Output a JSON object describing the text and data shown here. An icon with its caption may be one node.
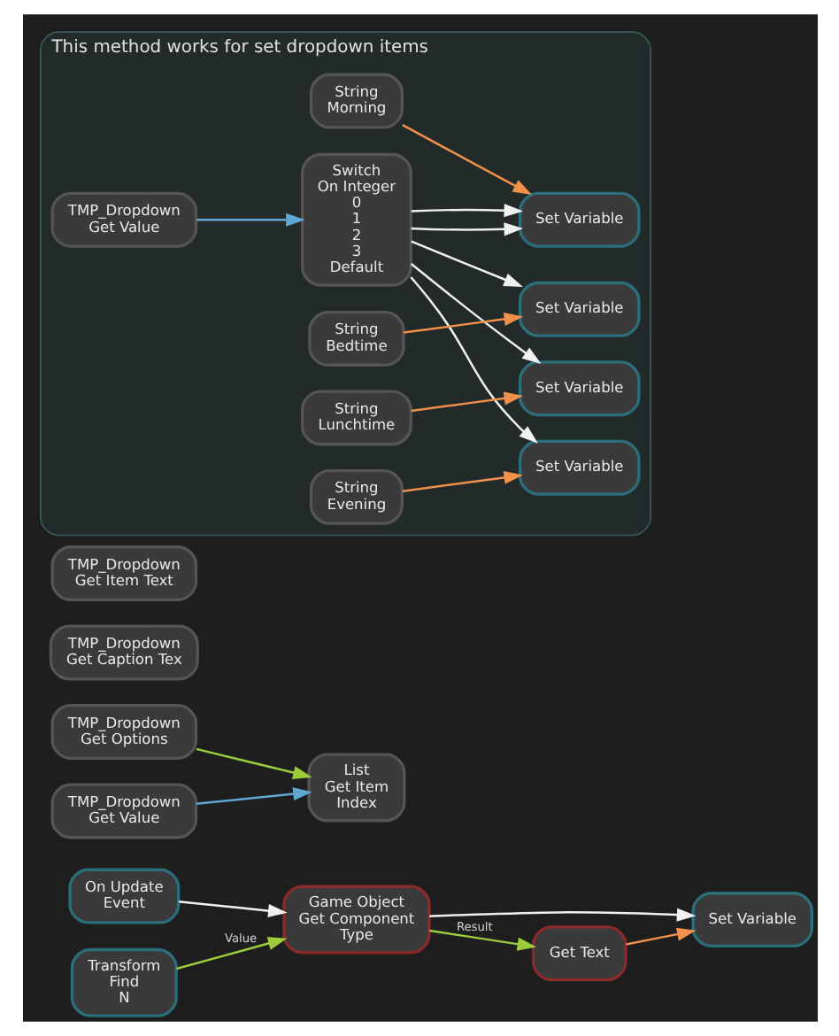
{
  "diagram": {
    "nodes": [
      {
        "text": [
          "On Update",
          "Event"
        ]
      },
      {
        "text": [
          "Transform",
          "Find",
          "N"
        ]
      },
      {
        "text": [
          "Game Object",
          "Get Component",
          "Type"
        ]
      },
      {
        "text": [
          "Set Variable"
        ]
      },
      {
        "text": [
          "Get Text"
        ]
      },
      {
        "text": [
          "TMP_Dropdown",
          "Get Options"
        ]
      },
      {
        "text": [
          "List",
          "Get Item",
          "Index"
        ]
      },
      {
        "text": [
          "TMP_Dropdown",
          "Get Value"
        ]
      },
      {
        "text": [
          "TMP_Dropdown",
          "Get Caption Tex"
        ]
      },
      {
        "text": [
          "TMP_Dropdown",
          "Get Item Text"
        ]
      },
      {
        "text": [
          "This method works for set dropdown items"
        ]
      },
      {
        "text": [
          "TMP_Dropdown",
          "Get Value"
        ],
        "in": 10
      },
      {
        "text": [
          "Switch",
          "On Integer",
          "0",
          "1",
          "2",
          "3",
          "Default"
        ],
        "in": 10
      },
      {
        "text": [
          "String",
          "Morning"
        ],
        "in": 10
      },
      {
        "text": [
          "Set Variable"
        ],
        "in": 10
      },
      {
        "text": [
          "Set Variable"
        ],
        "in": 10
      },
      {
        "text": [
          "String",
          "Lunchtime"
        ],
        "in": 10
      },
      {
        "text": [
          "String",
          "Evening"
        ],
        "in": 10
      },
      {
        "text": [
          "Set Variable"
        ],
        "in": 10
      },
      {
        "text": [
          "String",
          "Bedtime"
        ],
        "in": 10
      },
      {
        "text": [
          "Set Variable"
        ],
        "in": 10
      }
    ],
    "edges": [
      {
        "from": 0,
        "to": 2,
        "arrow": "to"
      },
      {
        "from": 1,
        "to": 2,
        "arrow": "to",
        "label": "Value",
        "color": "#9ccc3c"
      },
      {
        "from": 2,
        "to": 3,
        "arrow": "to"
      },
      {
        "from": 2,
        "to": 4,
        "arrow": "to",
        "label": "Result",
        "color": "#9ccc3c"
      },
      {
        "from": 4,
        "to": 3,
        "arrow": "to",
        "color": "#f0904a"
      },
      {
        "from": 5,
        "to": 6,
        "arrow": "to",
        "color": "#9ccc3c"
      },
      {
        "from": 7,
        "to": 6,
        "arrow": "to",
        "color": "#5fa8d3"
      },
      {
        "from": 11,
        "to": 12,
        "arrow": "to",
        "color": "#5fa8d3"
      },
      {
        "from": 12,
        "to": 14,
        "arrow": "to"
      },
      {
        "from": 12,
        "to": 15,
        "arrow": "to"
      },
      {
        "from": 12,
        "to": 18,
        "arrow": "to"
      },
      {
        "from": 12,
        "to": 20,
        "arrow": "to"
      },
      {
        "from": 12,
        "to": 14,
        "arrow": "to"
      },
      {
        "from": 13,
        "to": 14,
        "arrow": "to",
        "color": "#f0904a"
      },
      {
        "from": 16,
        "to": 15,
        "arrow": "to",
        "color": "#f0904a"
      },
      {
        "from": 17,
        "to": 18,
        "arrow": "to",
        "color": "#f0904a"
      },
      {
        "from": 19,
        "to": 20,
        "arrow": "to",
        "color": "#f0904a"
      }
    ]
  }
}
